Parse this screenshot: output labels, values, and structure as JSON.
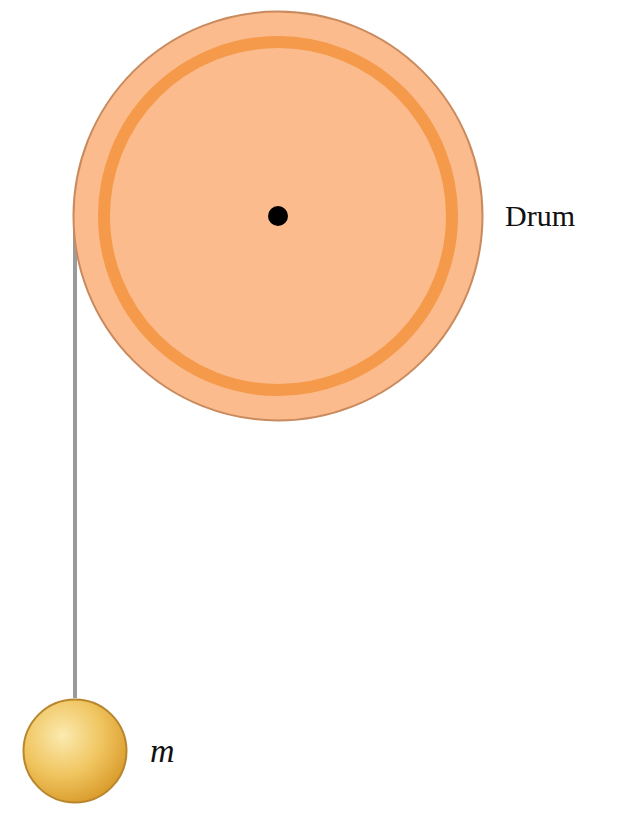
{
  "diagram": {
    "nodes": [
      {
        "text": [
          "Drum"
        ]
      },
      {
        "text": [
          "m"
        ]
      }
    ],
    "edges": [
      {
        "from": 0,
        "to": 1,
        "arrow": "none"
      }
    ]
  }
}
